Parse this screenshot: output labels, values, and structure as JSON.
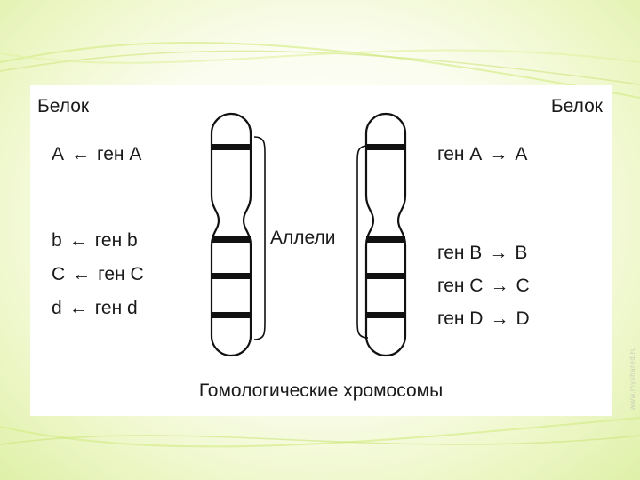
{
  "labels": {
    "protein_left": "Белок",
    "protein_right": "Белок",
    "alleles": "Аллели",
    "caption": "Гомологические хромосомы"
  },
  "left_rows": [
    {
      "protein": "A",
      "gene": "ген A"
    },
    {
      "protein": "b",
      "gene": "ген b"
    },
    {
      "protein": "C",
      "gene": "ген C"
    },
    {
      "protein": "d",
      "gene": "ген d"
    }
  ],
  "right_rows": [
    {
      "gene": "ген A",
      "protein": "A"
    },
    {
      "gene": "ген B",
      "protein": "B"
    },
    {
      "gene": "ген C",
      "protein": "C"
    },
    {
      "gene": "ген D",
      "protein": "D"
    }
  ],
  "arrows": {
    "left": "←",
    "right": "→"
  },
  "watermark": "www.myshared.ru",
  "colors": {
    "background_accent": "#dff0a8",
    "text": "#1a1a1a"
  }
}
